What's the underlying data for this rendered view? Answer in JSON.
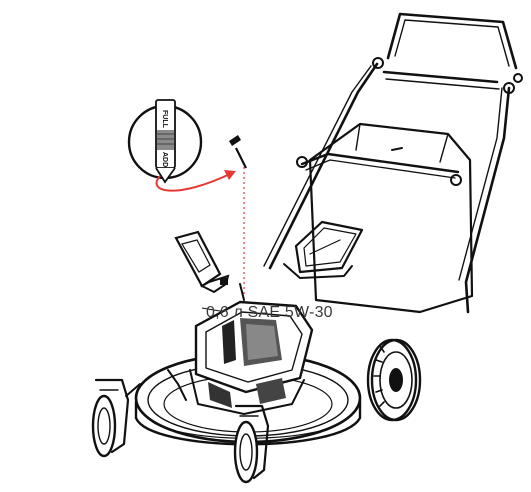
{
  "annotations": {
    "oil_spec": "0,6 л SAE 5W-30",
    "dipstick_full_mark": "FULL",
    "dipstick_add_mark": "ADD"
  },
  "colors": {
    "line": "#111111",
    "arrow": "#e53935",
    "guide": "#e53935",
    "label": "#3a3a3a"
  },
  "icons": [
    "dipstick-magnifier-icon",
    "rotate-arrow-icon",
    "dipstick-icon",
    "oil-bottle-icon",
    "lawn-mower-icon"
  ]
}
